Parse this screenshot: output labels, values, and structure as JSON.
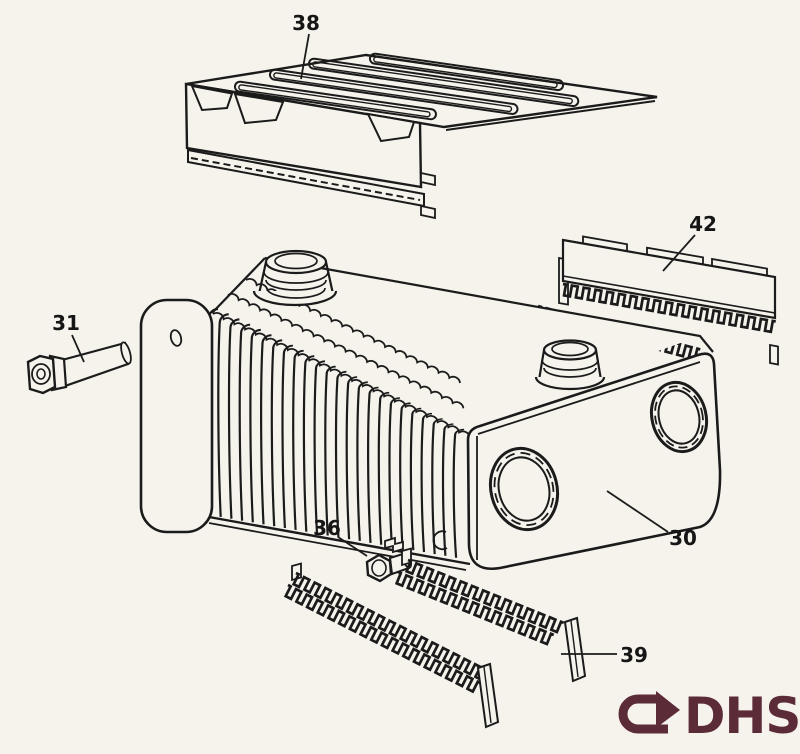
{
  "canvas": {
    "background": "#f5f3ec",
    "line_color": "#1b1b1b"
  },
  "part_labels": {
    "p38": "38",
    "p42": "42",
    "p31": "31",
    "p30": "30",
    "p36": "36",
    "p39": "39"
  },
  "logo": {
    "text": "DHS",
    "color": "#5c2b38"
  }
}
